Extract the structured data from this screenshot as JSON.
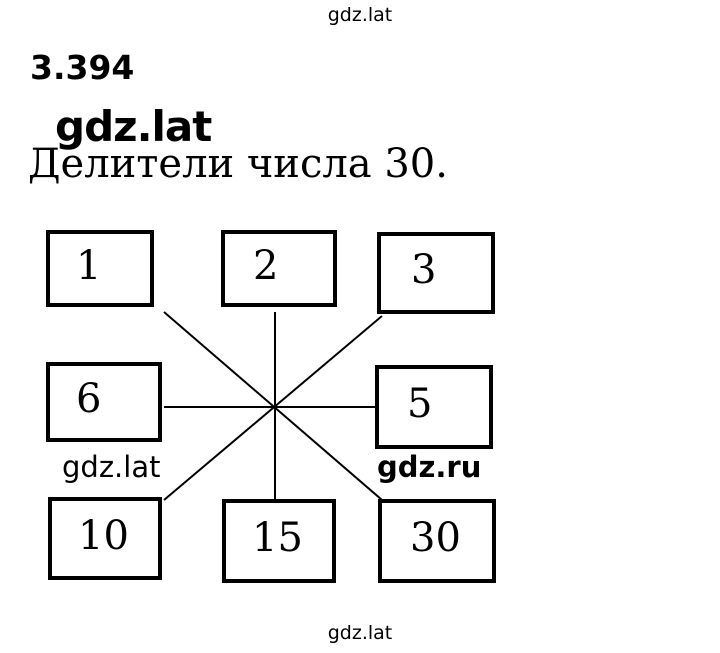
{
  "watermark": {
    "top": "gdz.lat",
    "bottom": "gdz.lat",
    "heading": "gdz.lat",
    "mid_left": "gdz.lat",
    "mid_right": "gdz.ru"
  },
  "problem": {
    "number": "3.394",
    "text": "Делители числа 30."
  },
  "divisors": {
    "top_left": "1",
    "top_center": "2",
    "top_right": "3",
    "middle_left": "6",
    "middle_right": "5",
    "bottom_left": "10",
    "bottom_center": "15",
    "bottom_right": "30"
  }
}
